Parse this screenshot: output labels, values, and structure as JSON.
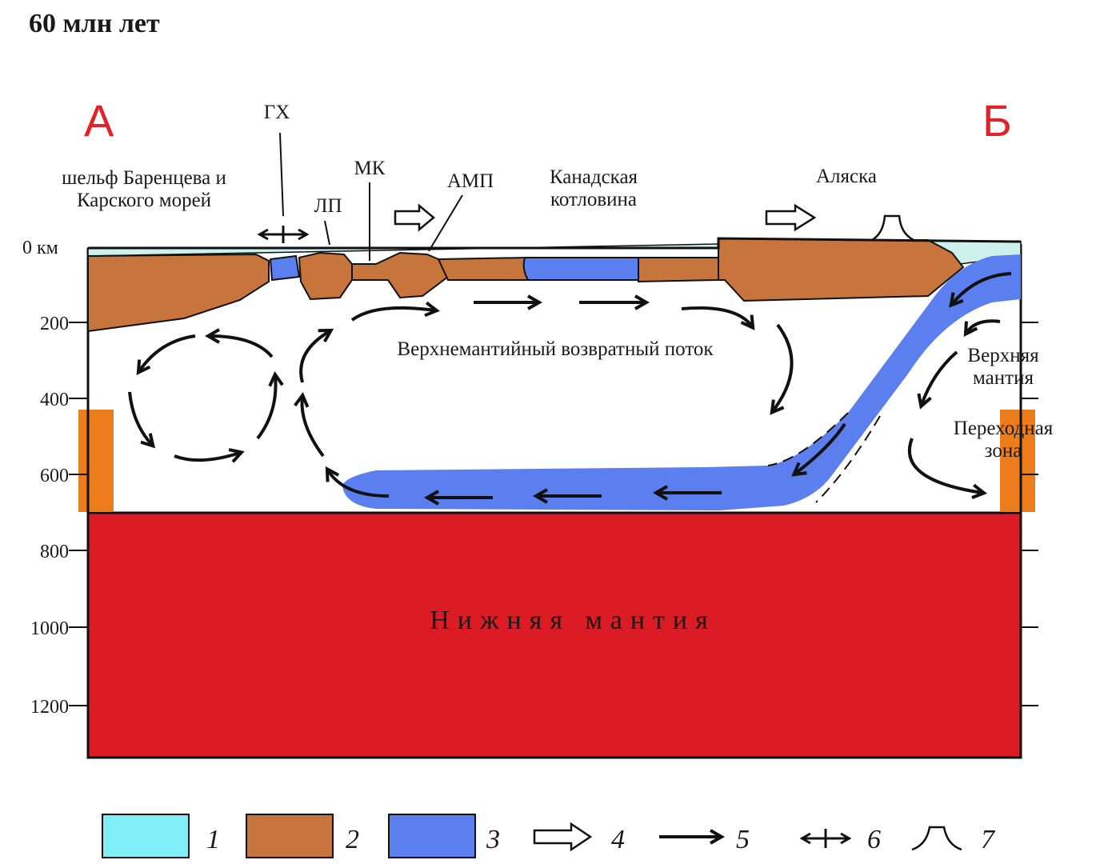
{
  "title": "60 млн лет",
  "section_labels": {
    "left": "А",
    "right": "Б"
  },
  "place_labels": {
    "shelf_line1": "шельф Баренцева и",
    "shelf_line2": "Карского морей",
    "gkh": "ГХ",
    "lp": "ЛП",
    "mk": "МК",
    "amp": "АМП",
    "canadian_line1": "Канадская",
    "canadian_line2": "котловина",
    "alaska": "Аляска"
  },
  "flow_label": "Верхнемантийный возвратный поток",
  "upper_mantle_line1": "Верхняя",
  "upper_mantle_line2": "мантия",
  "transition_line1": "Переходная",
  "transition_line2": "зона",
  "lower_mantle": "Нижняя мантия",
  "depth_axis": {
    "top_label": "0 км",
    "ticks": [
      "200",
      "400",
      "600",
      "800",
      "1000",
      "1200"
    ]
  },
  "legend": [
    {
      "num": "1",
      "item": "water",
      "color": "#80eef6"
    },
    {
      "num": "2",
      "item": "crust",
      "color": "#c7743d"
    },
    {
      "num": "3",
      "item": "oceanic-lithosphere",
      "color": "#5b7fee"
    },
    {
      "num": "4",
      "item": "plate-motion-arrow"
    },
    {
      "num": "5",
      "item": "mantle-flow-arrow"
    },
    {
      "num": "6",
      "item": "extension-symbol"
    },
    {
      "num": "7",
      "item": "volcano-symbol"
    }
  ],
  "colors": {
    "water": "#cdf0ec",
    "crust": "#c7743d",
    "slab": "#5b7fee",
    "lower_mantle": "#dc1c24",
    "transition_zone": "#ec7c1c",
    "section_letter": "#e32228"
  }
}
